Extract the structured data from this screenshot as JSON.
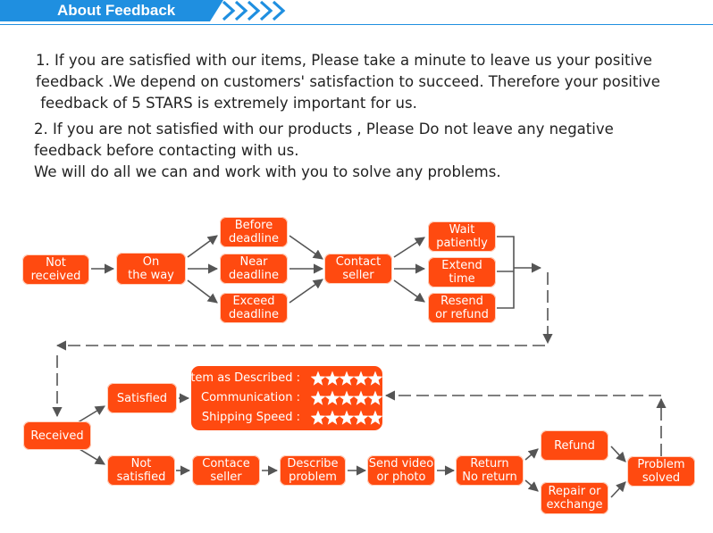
{
  "header": {
    "title": "About Feedback",
    "bar_color": "#1f8fe0"
  },
  "paragraphs": {
    "p1": [
      "1. If you are satisfied with our items, Please take a minute to leave us your positive",
      "feedback .We depend on customers' satisfaction to succeed. Therefore your positive",
      " feedback of 5 STARS is extremely important for us."
    ],
    "p2": [
      "2. If you are not satisfied with our products , Please Do not leave any negative",
      "feedback before contacting with us.",
      "We will do all we can and work with you to solve any problems."
    ]
  },
  "nodes": {
    "not_received": "Not\nreceived",
    "on_the_way": "On\nthe way",
    "before_deadline": "Before\ndeadline",
    "near_deadline": "Near\ndeadline",
    "exceed_deadline": "Exceed\ndeadline",
    "contact_seller_top": "Contact\nseller",
    "wait_patiently": "Wait\npatiently",
    "extend_time": "Extend\ntime",
    "resend_or_refund": "Resend\nor refund",
    "satisfied": "Satisfied",
    "received": "Received",
    "not_satisfied": "Not\nsatisfied",
    "contact_seller_bottom": "Contace\nseller",
    "describe_problem": "Describe\nproblem",
    "send_video": "Send video\nor photo",
    "return": "Return\nNo return",
    "refund": "Refund",
    "repair_or_exchange": "Repair or\nexchange",
    "problem_solved": "Problem\nsolved"
  },
  "ratings": [
    {
      "label": "Ltem as Described :",
      "stars": 5
    },
    {
      "label": "Communication :",
      "stars": 5
    },
    {
      "label": "Shipping Speed :",
      "stars": 5
    }
  ],
  "colors": {
    "node": "#ff4a10",
    "arrow": "#555555",
    "star": "#ffffff"
  },
  "icons": {
    "header_decoration": "chevrons-right-icon",
    "rating_star": "star-icon"
  }
}
